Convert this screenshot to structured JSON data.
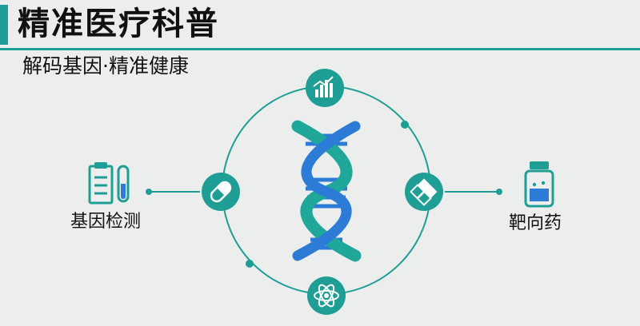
{
  "header": {
    "title": "精准医疗科普",
    "subtitle": "解码基因·精准健康"
  },
  "diagram": {
    "left_item": {
      "label": "基因检测",
      "icon": "clipboard-test-tube-icon"
    },
    "right_item": {
      "label": "靶向药",
      "icon": "medicine-bottle-icon"
    },
    "nodes": [
      {
        "icon": "growth-chart-icon"
      },
      {
        "icon": "capsule-icon"
      },
      {
        "icon": "molecule-cross-icon"
      },
      {
        "icon": "atom-icon"
      }
    ],
    "center_icon": "dna-helix-icon"
  },
  "colors": {
    "accent": "#1f9e95",
    "dna_blue": "#2c7bd6",
    "dna_teal": "#1fa79a",
    "text": "#111111",
    "background": "#eceeed"
  }
}
